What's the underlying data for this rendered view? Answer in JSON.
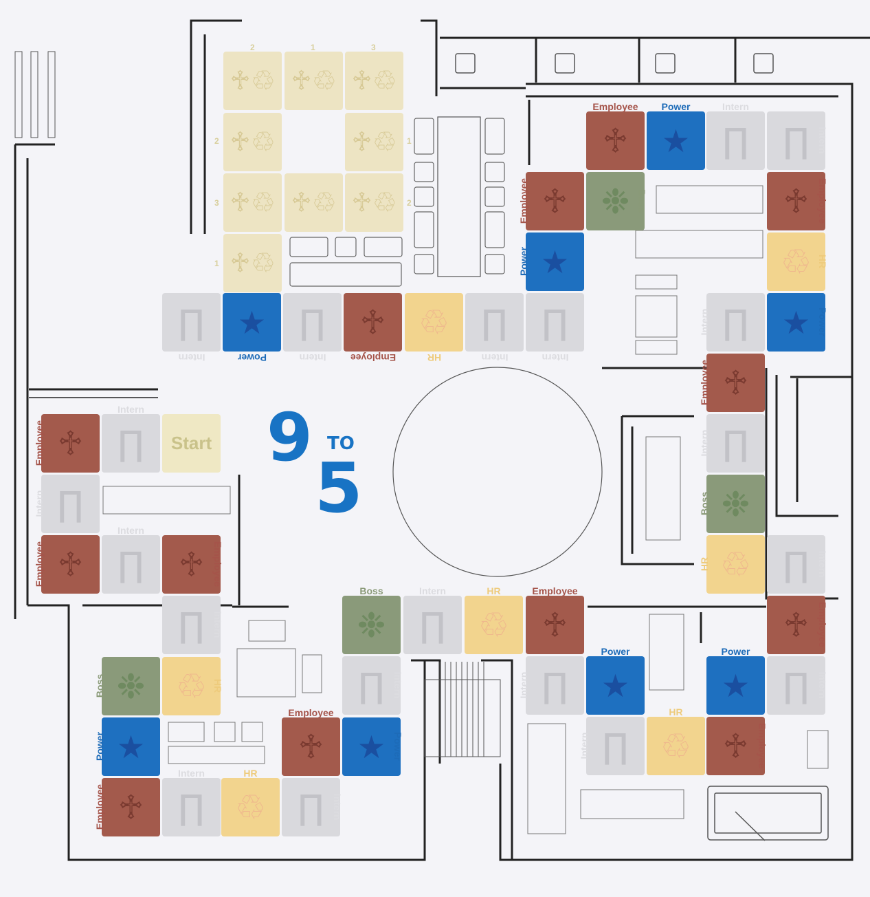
{
  "game": {
    "logo": {
      "nine": "9",
      "to": "TO",
      "five": "5"
    },
    "start_label": "Start"
  },
  "colors": {
    "Employee": "#a35a4c",
    "Power": "#1e70c0",
    "Intern": "#d9d9dd",
    "HR": "#f2d48e",
    "Boss": "#8a9a7a",
    "Start": "#efe8c4",
    "ghost": "#ede4c3",
    "label_Employee": "#a5544a",
    "label_Power": "#1d6bb8",
    "label_Intern": "#dcdce0",
    "label_HR": "#eecb7c",
    "label_Boss": "#8a9a78"
  },
  "icons": {
    "Employee": "folding-chair-icon",
    "Power": "star-icon",
    "Intern": "stool-icon",
    "HR": "office-chair-icon",
    "Boss": "lounge-chair-icon"
  },
  "spaces": [
    {
      "type": "Employee",
      "label": "Employee"
    },
    {
      "type": "Power",
      "label": "Power"
    },
    {
      "type": "Intern",
      "label": "Intern"
    },
    {
      "type": "Intern",
      "label": "Intern"
    },
    {
      "type": "Employee",
      "label": "Employee"
    },
    {
      "type": "Boss",
      "label": "Boss"
    },
    {
      "type": "Employee",
      "label": "Employee"
    },
    {
      "type": "Power",
      "label": "Power"
    },
    {
      "type": "HR",
      "label": "HR"
    },
    {
      "type": "Intern",
      "label": "Intern"
    },
    {
      "type": "Power",
      "label": "Power"
    },
    {
      "type": "Intern",
      "label": "Intern"
    },
    {
      "type": "Intern",
      "label": "Intern"
    },
    {
      "type": "HR",
      "label": "HR"
    },
    {
      "type": "Employee",
      "label": "Employee"
    },
    {
      "type": "Intern",
      "label": "Intern"
    },
    {
      "type": "Power",
      "label": "Power"
    },
    {
      "type": "Intern",
      "label": "Intern"
    },
    {
      "type": "Employee",
      "label": "Employee"
    },
    {
      "type": "Intern",
      "label": "Intern"
    },
    {
      "type": "Boss",
      "label": "Boss"
    },
    {
      "type": "HR",
      "label": "HR"
    },
    {
      "type": "Intern",
      "label": "Intern"
    },
    {
      "type": "Employee",
      "label": "Employee"
    },
    {
      "type": "Intern",
      "label": "Intern"
    },
    {
      "type": "Power",
      "label": "Power"
    },
    {
      "type": "Power",
      "label": "Power"
    },
    {
      "type": "Intern",
      "label": "Intern"
    },
    {
      "type": "Intern",
      "label": "Intern"
    },
    {
      "type": "HR",
      "label": "HR"
    },
    {
      "type": "Employee",
      "label": "Employee"
    },
    {
      "type": "Employee",
      "label": "Employee"
    },
    {
      "type": "Boss",
      "label": "Boss"
    },
    {
      "type": "Intern",
      "label": "Intern"
    },
    {
      "type": "HR",
      "label": "HR"
    },
    {
      "type": "Employee",
      "label": "Employee"
    },
    {
      "type": "Intern",
      "label": "Intern"
    },
    {
      "type": "Intern",
      "label": "Intern"
    },
    {
      "type": "Employee",
      "label": "Employee"
    },
    {
      "type": "Power",
      "label": "Power"
    },
    {
      "type": "Intern",
      "label": "Intern"
    },
    {
      "type": "HR",
      "label": "HR"
    },
    {
      "type": "Boss",
      "label": "Boss"
    },
    {
      "type": "Intern",
      "label": "Intern"
    },
    {
      "type": "Power",
      "label": "Power"
    },
    {
      "type": "Employee",
      "label": "Employee"
    },
    {
      "type": "Employee",
      "label": "Employee"
    },
    {
      "type": "Intern",
      "label": "Intern"
    },
    {
      "type": "HR",
      "label": "HR"
    },
    {
      "type": "Intern",
      "label": "Intern"
    },
    {
      "type": "Employee",
      "label": "Employee"
    },
    {
      "type": "Intern",
      "label": "Intern"
    },
    {
      "type": "Intern",
      "label": "Intern"
    },
    {
      "type": "Employee",
      "label": "Employee"
    },
    {
      "type": "HR",
      "label": "HR"
    },
    {
      "type": "Intern",
      "label": "Intern"
    },
    {
      "type": "Start",
      "label": "Start"
    }
  ],
  "ghost_numbers": [
    "2",
    "1",
    "3",
    "2",
    "1",
    "3",
    "2",
    "1"
  ]
}
